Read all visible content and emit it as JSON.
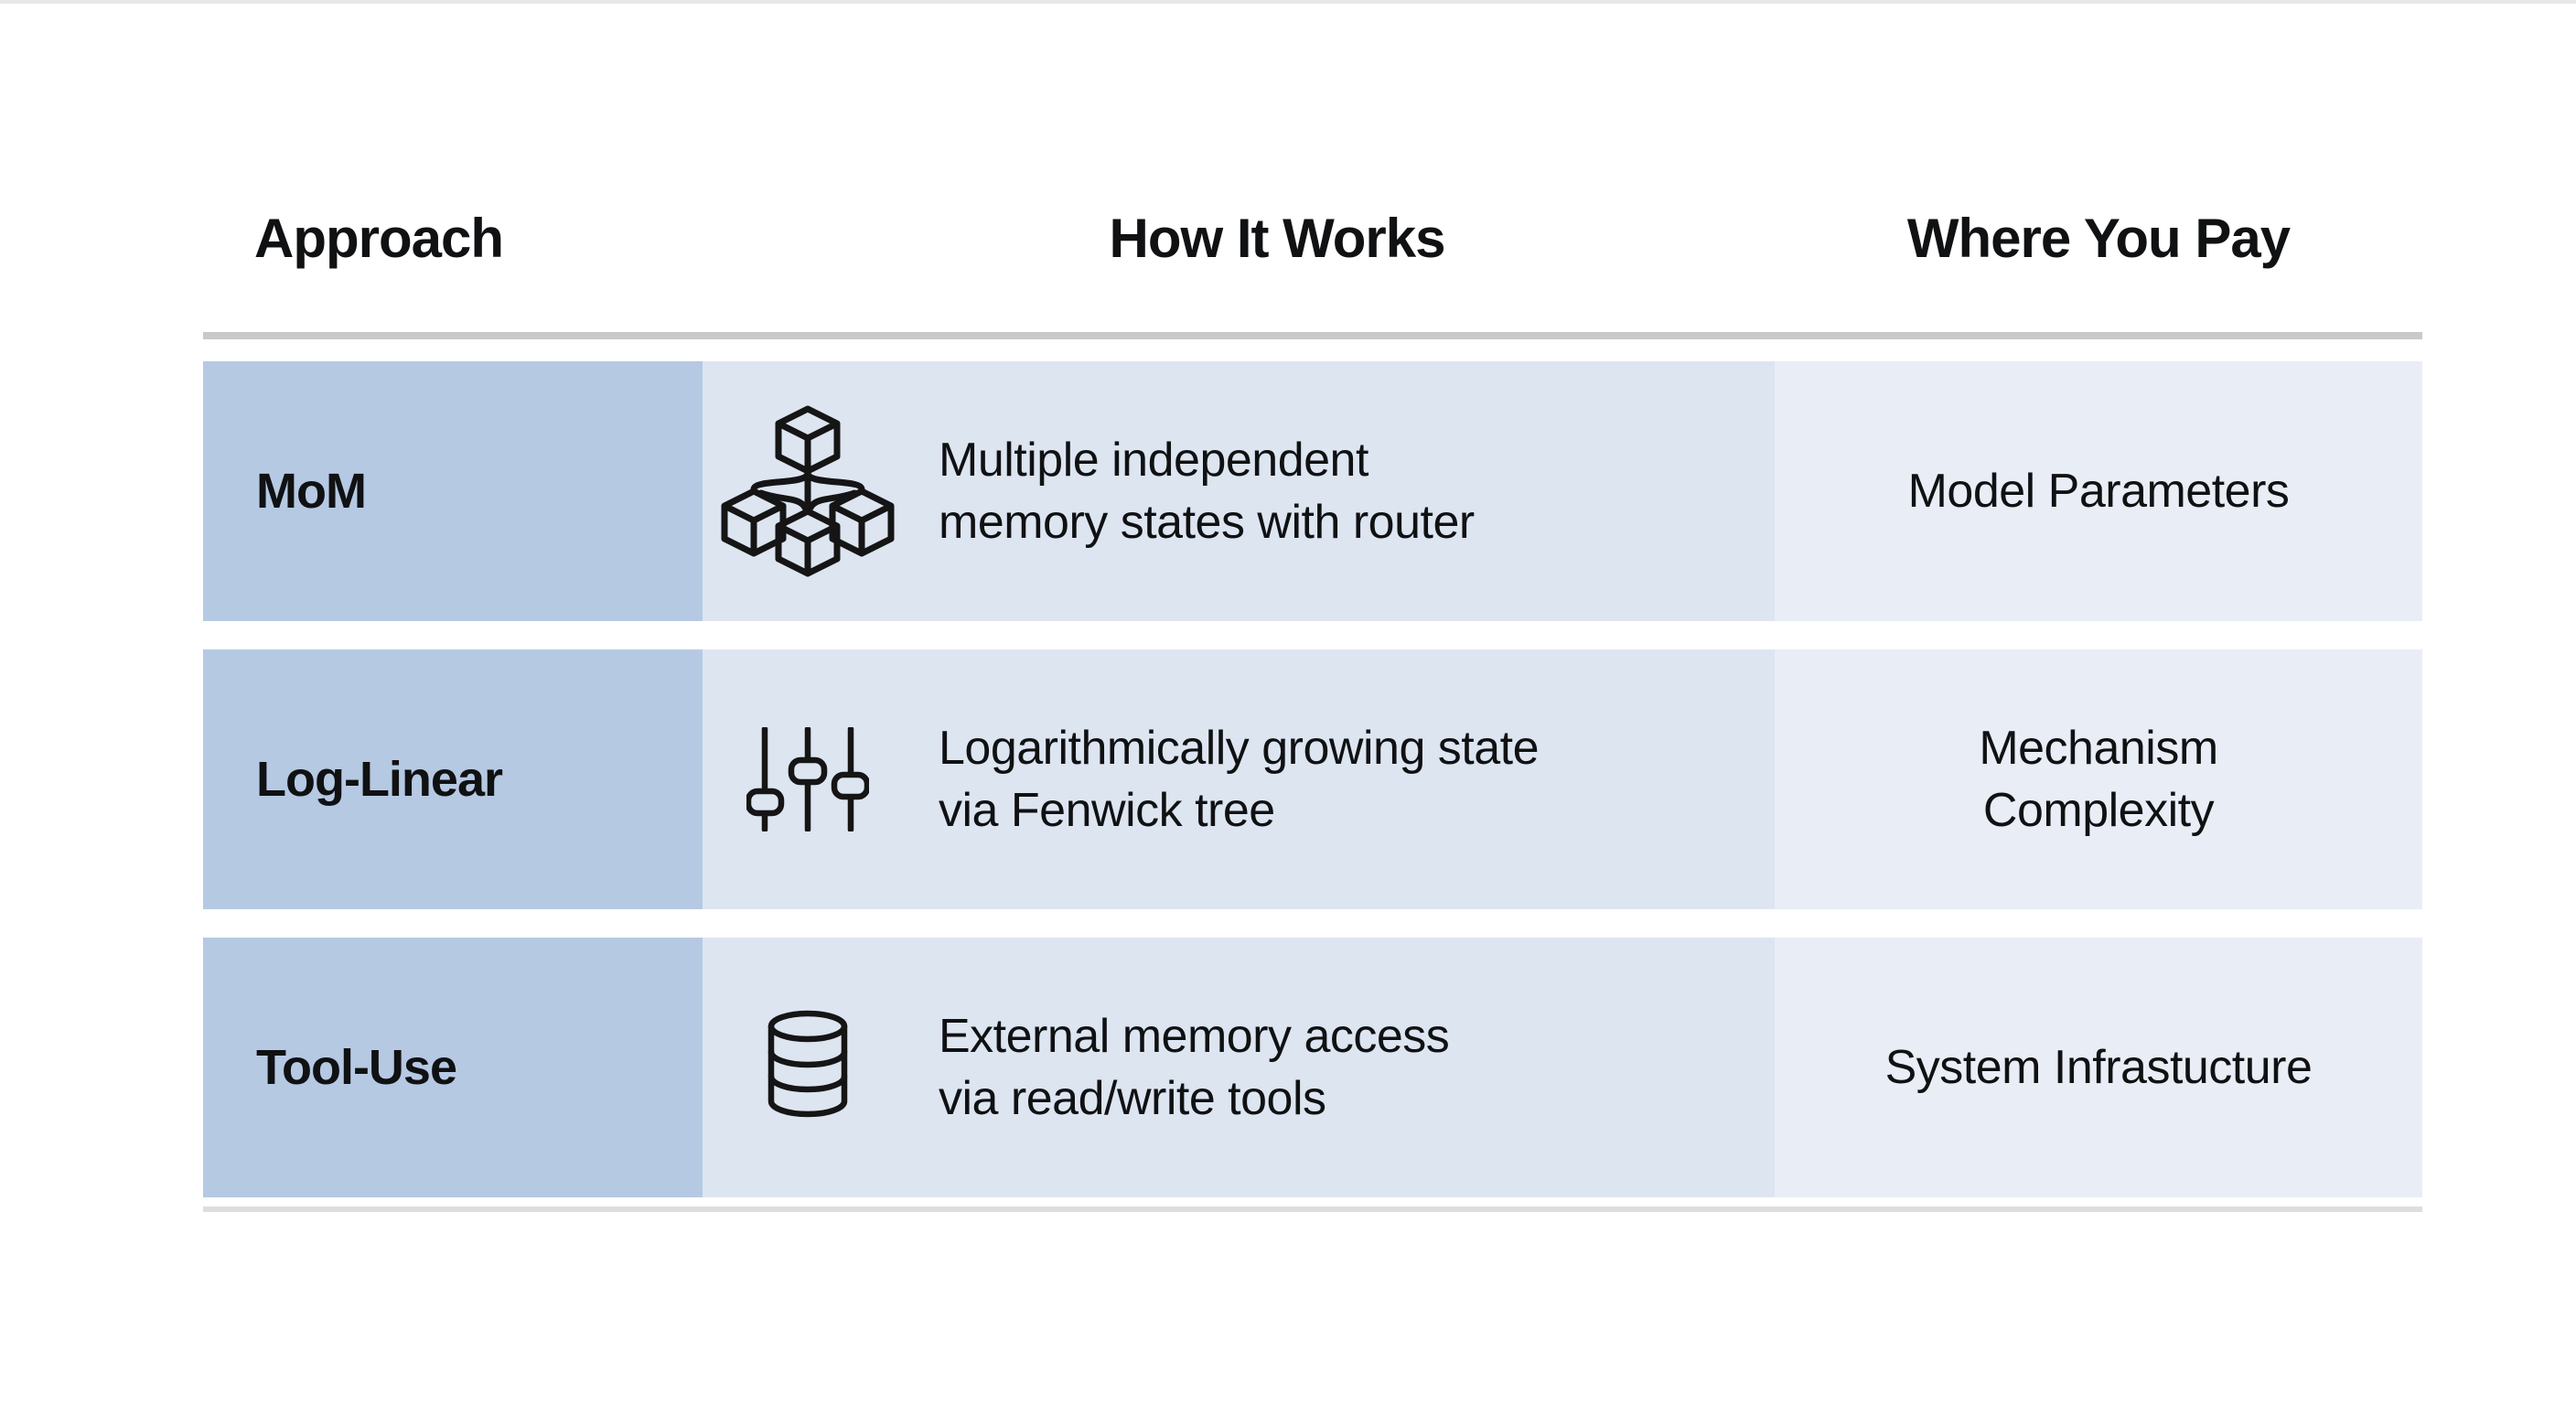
{
  "colors": {
    "page_bg": "#ffffff",
    "text": "#101113",
    "approach_cell_bg": "#b6c9e3",
    "how_cell_bg": "#dde5f1",
    "pay_cell_bg": "#e9edf5",
    "divider_top": "#c9c9ca",
    "divider_bottom": "#dddddd",
    "icon_stroke": "#151515"
  },
  "figure": {
    "headers": {
      "approach": "Approach",
      "how": "How It Works",
      "pay": "Where You Pay"
    },
    "rows": [
      {
        "approach": "MoM",
        "icon": "cubes-network-icon",
        "how_line1": "Multiple independent",
        "how_line2": "memory states with router",
        "pay_line1": "Model Parameters",
        "pay_line2": ""
      },
      {
        "approach": "Log-Linear",
        "icon": "sliders-icon",
        "how_line1": "Logarithmically growing state",
        "how_line2": "via Fenwick tree",
        "pay_line1": "Mechanism",
        "pay_line2": "Complexity"
      },
      {
        "approach": "Tool-Use",
        "icon": "database-icon",
        "how_line1": "External memory access",
        "how_line2": "via read/write tools",
        "pay_line1": "System Infrastucture",
        "pay_line2": ""
      }
    ]
  }
}
